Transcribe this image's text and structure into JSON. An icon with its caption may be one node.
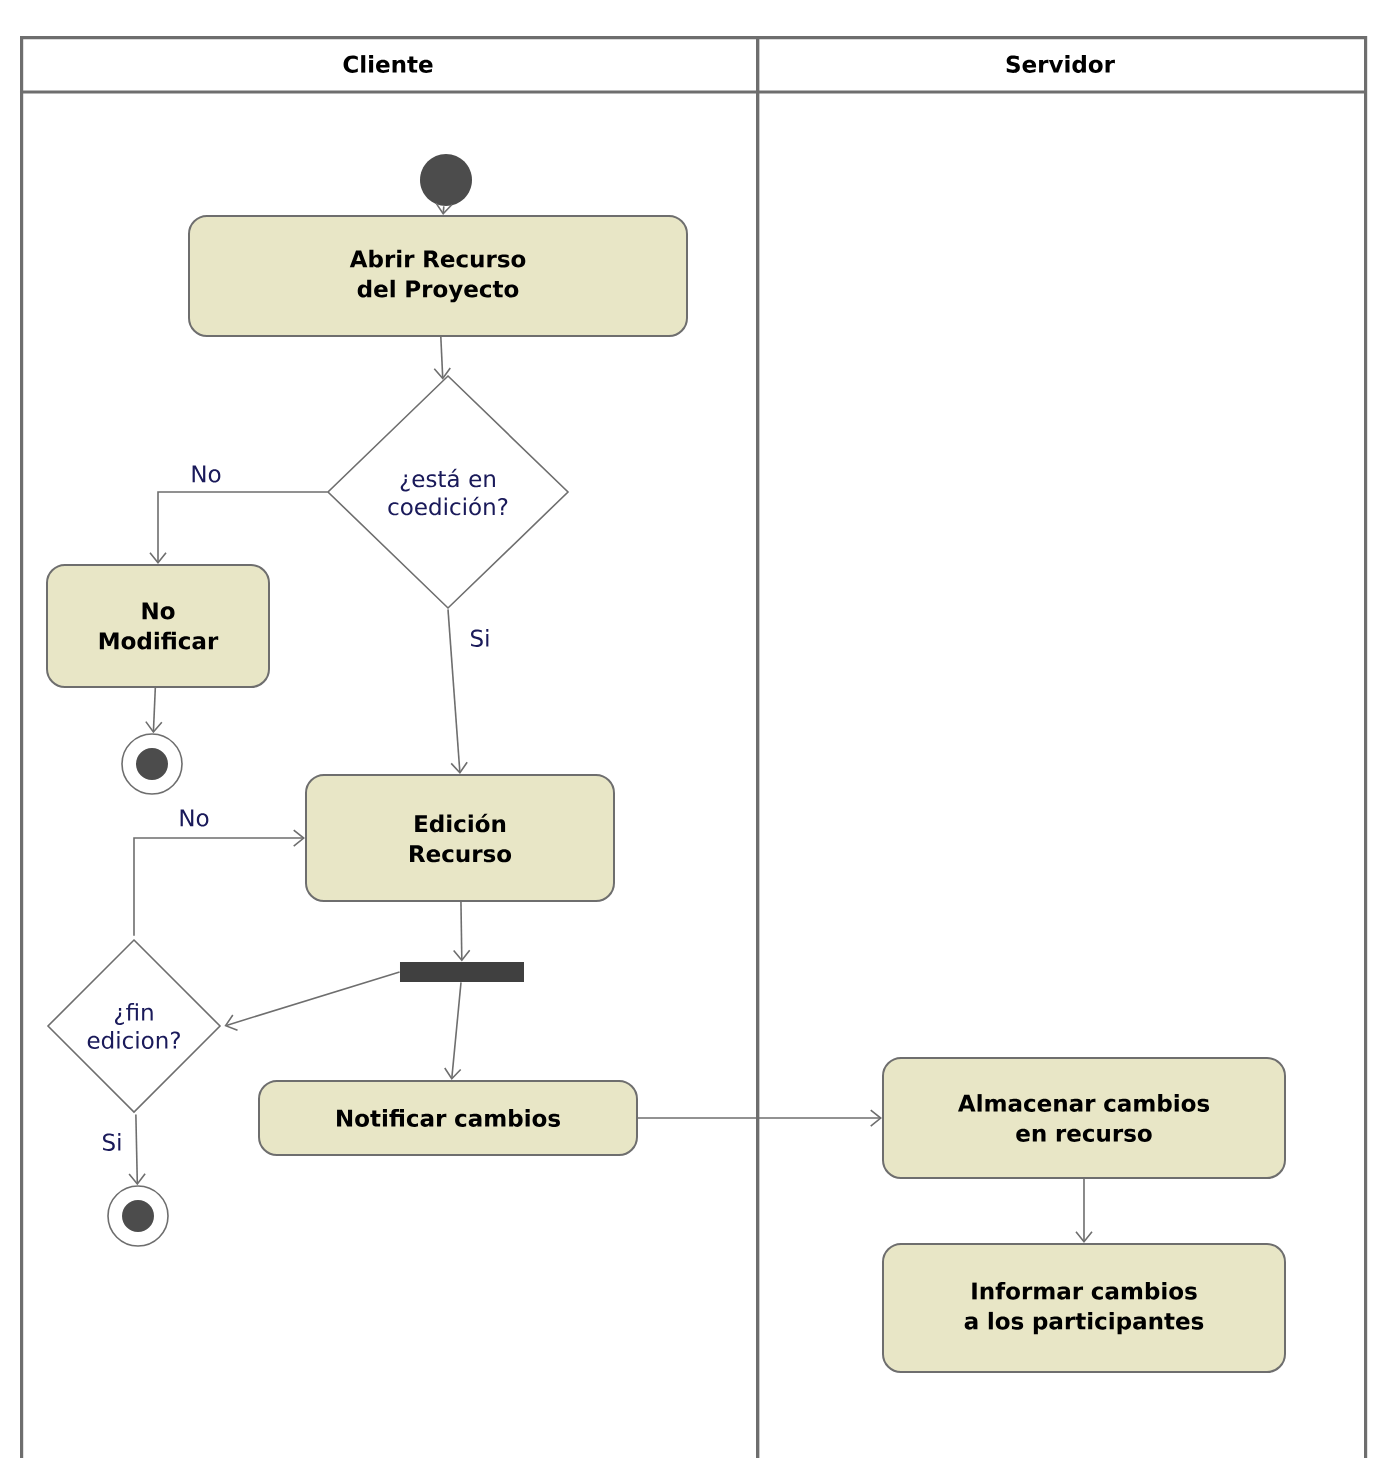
{
  "diagram": {
    "nodes": [
      {
        "text": [
          "Cliente"
        ]
      },
      {
        "text": [
          "Servidor"
        ]
      },
      {
        "text": [],
        "shape": "circle",
        "in": 0
      },
      {
        "text": [
          "Abrir Recurso del Proyecto"
        ],
        "in": 0
      },
      {
        "text": [
          "¿está en coedición?"
        ],
        "in": 0
      },
      {
        "text": [
          "No Modificar"
        ],
        "in": 0
      },
      {
        "text": [],
        "shape": "circle",
        "in": 0
      },
      {
        "text": [
          "Edición Recurso"
        ],
        "in": 0
      },
      {
        "text": [],
        "shape": "bar",
        "in": 0
      },
      {
        "text": [
          "¿fin edicion?"
        ],
        "in": 0
      },
      {
        "text": [
          "Notificar cambios"
        ],
        "in": 0
      },
      {
        "text": [],
        "shape": "circle",
        "in": 0
      },
      {
        "text": [
          "Almacenar cambios en recurso"
        ],
        "in": 1
      },
      {
        "text": [
          "Informar cambios a los participantes"
        ],
        "in": 1
      }
    ],
    "edges": [
      {
        "from": 2,
        "to": 3,
        "arrow": "to"
      },
      {
        "from": 3,
        "to": 4,
        "arrow": "to"
      },
      {
        "from": 4,
        "to": 5,
        "arrow": "to",
        "label": "No"
      },
      {
        "from": 5,
        "to": 6,
        "arrow": "to"
      },
      {
        "from": 4,
        "to": 7,
        "arrow": "to",
        "label": "Si"
      },
      {
        "from": 7,
        "to": 8,
        "arrow": "to"
      },
      {
        "from": 8,
        "to": 9,
        "arrow": "to"
      },
      {
        "from": 8,
        "to": 10,
        "arrow": "to"
      },
      {
        "from": 9,
        "to": 7,
        "arrow": "to",
        "label": "No"
      },
      {
        "from": 9,
        "to": 11,
        "arrow": "to",
        "label": "Si"
      },
      {
        "from": 10,
        "to": 12,
        "arrow": "to"
      },
      {
        "from": 12,
        "to": 13,
        "arrow": "to"
      }
    ]
  }
}
